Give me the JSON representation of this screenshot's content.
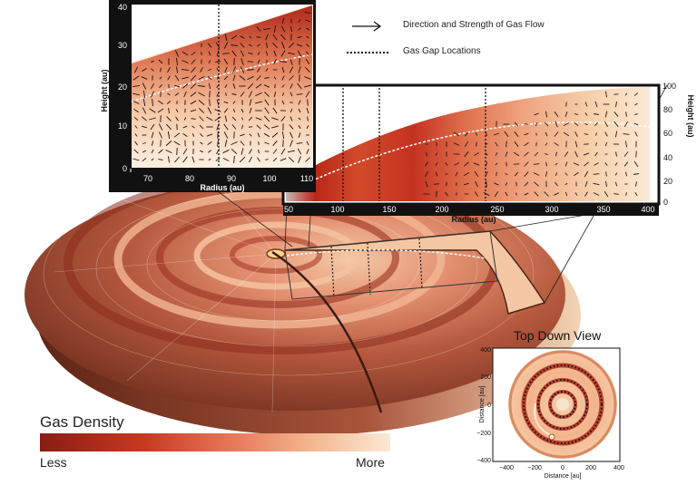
{
  "key": {
    "flow_label": "Direction and Strength of Gas Flow",
    "gap_label": "Gas Gap Locations"
  },
  "inset_zoom": {
    "x_axis_label": "Radius (au)",
    "y_axis_label": "Height (au)",
    "x_ticks": [
      "70",
      "80",
      "90",
      "100",
      "110"
    ],
    "y_ticks": [
      "0",
      "10",
      "20",
      "30",
      "40"
    ]
  },
  "inset_wide": {
    "x_axis_label": "Radius (au)",
    "y_axis_label": "Height (au)",
    "x_ticks": [
      "50",
      "100",
      "150",
      "200",
      "250",
      "300",
      "350",
      "400"
    ],
    "y_ticks": [
      "0",
      "20",
      "40",
      "60",
      "80",
      "100"
    ]
  },
  "legend": {
    "title": "Gas Density",
    "low_label": "Less",
    "high_label": "More"
  },
  "top_down": {
    "title": "Top Down View",
    "x_axis_label": "Distance [au]",
    "y_axis_label": "Distance [au]",
    "x_ticks": [
      "−400",
      "−200",
      "0",
      "200",
      "400"
    ],
    "y_ticks": [
      "400",
      "200",
      "0",
      "−200",
      "−400"
    ]
  },
  "colors": {
    "dense": "#fbe9d4",
    "sparse": "#8a1c12",
    "mid": "#d9553a"
  }
}
